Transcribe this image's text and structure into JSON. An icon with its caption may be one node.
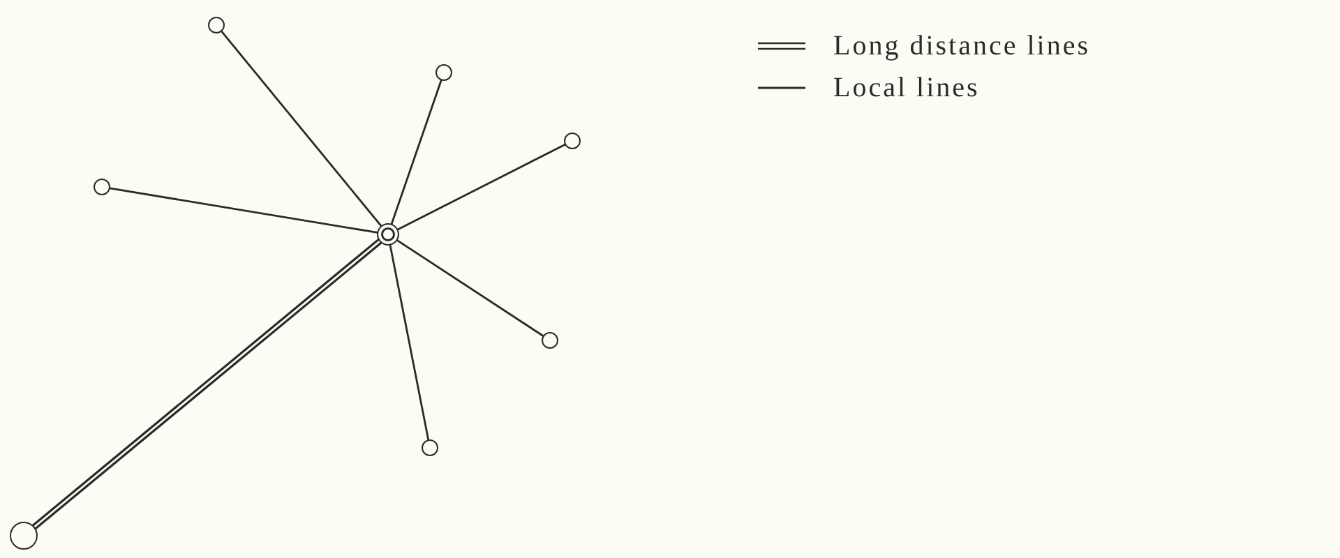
{
  "diagram": {
    "nodes": [
      {
        "text": [],
        "shape": "circle"
      },
      {
        "text": [],
        "shape": "circle"
      },
      {
        "text": [],
        "shape": "circle"
      },
      {
        "text": [],
        "shape": "circle"
      },
      {
        "text": [],
        "shape": "circle"
      },
      {
        "text": [],
        "shape": "circle"
      },
      {
        "text": [],
        "shape": "circle"
      },
      {
        "text": [],
        "shape": "circle"
      }
    ],
    "edges": [
      {
        "from": 0,
        "to": 1,
        "arrow": "none"
      },
      {
        "from": 0,
        "to": 2,
        "arrow": "none"
      },
      {
        "from": 0,
        "to": 3,
        "arrow": "none"
      },
      {
        "from": 0,
        "to": 4,
        "arrow": "none"
      },
      {
        "from": 0,
        "to": 5,
        "arrow": "none"
      },
      {
        "from": 0,
        "to": 6,
        "arrow": "none"
      },
      {
        "from": 0,
        "to": 7,
        "arrow": "none",
        "style": "thick"
      }
    ],
    "legend": [
      {
        "text": "Long distance lines"
      },
      {
        "text": "Local lines"
      }
    ]
  }
}
